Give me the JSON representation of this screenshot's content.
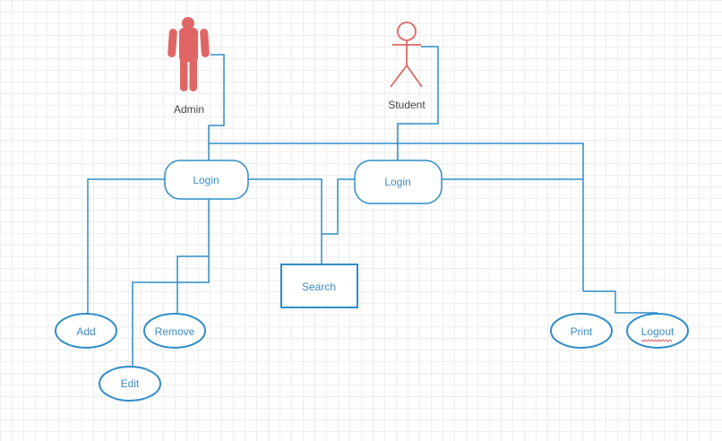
{
  "colors": {
    "line": "#2f8dc7",
    "actor": "#e06666",
    "label": "#3d8cc4",
    "actor_label": "#444444"
  },
  "actors": {
    "admin": {
      "label": "Admin",
      "icon": "filled-person-icon"
    },
    "student": {
      "label": "Student",
      "icon": "stick-figure-icon"
    }
  },
  "nodes": {
    "admin_login": "Login",
    "student_login": "Login",
    "search": "Search",
    "add": "Add",
    "remove": "Remove",
    "edit": "Edit",
    "print": "Print",
    "logout": "Logout"
  }
}
